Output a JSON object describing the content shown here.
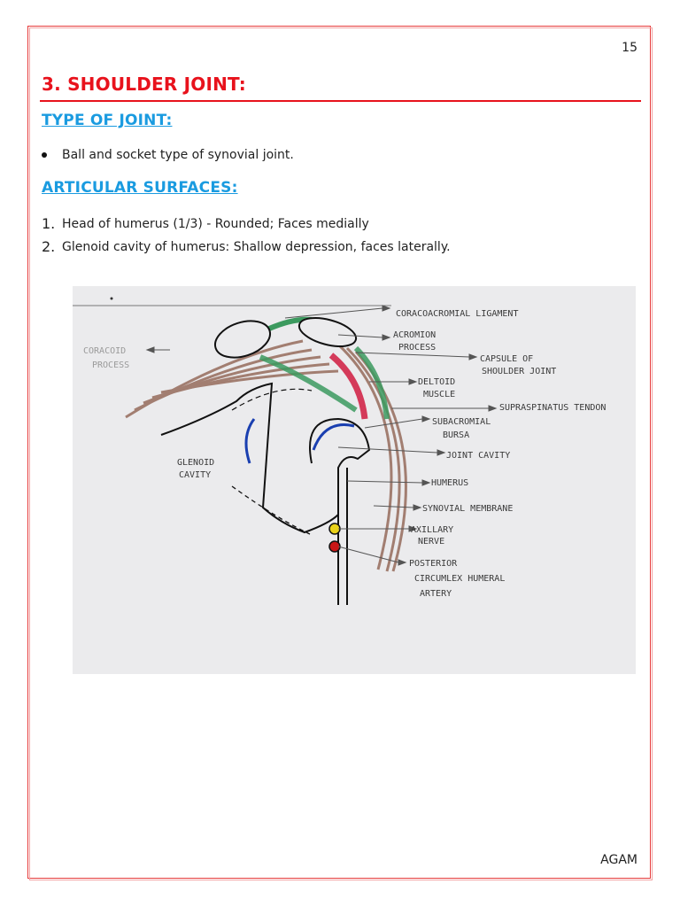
{
  "page": {
    "number": "15",
    "footer": "AGAM"
  },
  "section": {
    "title": "3. SHOULDER JOINT:",
    "type_heading": "TYPE OF JOINT:",
    "type_items": [
      "Ball and socket type of synovial joint."
    ],
    "articular_heading": "ARTICULAR SURFACES:",
    "articular_items": [
      {
        "num": "1.",
        "text": "Head of humerus (1/3) - Rounded; Faces medially"
      },
      {
        "num": "2.",
        "text": "Glenoid cavity of humerus: Shallow depression, faces laterally."
      }
    ]
  },
  "figure": {
    "labels": {
      "coracoacromial": "CORACOACROMIAL LIGAMENT",
      "acromion_1": "ACROMION",
      "acromion_2": "PROCESS",
      "capsule_1": "CAPSULE OF",
      "capsule_2": "SHOULDER JOINT",
      "coracoid_1": "CORACOID",
      "coracoid_2": "PROCESS",
      "deltoid_1": "DELTOID",
      "deltoid_2": "MUSCLE",
      "supraspinatus": "SUPRASPINATUS TENDON",
      "subacromial_1": "SUBACROMIAL",
      "subacromial_2": "BURSA",
      "joint_cavity": "JOINT CAVITY",
      "glenoid_1": "GLENOID",
      "glenoid_2": "CAVITY",
      "humerus": "HUMERUS",
      "synovial": "SYNOVIAL MEMBRANE",
      "axillary_1": "AXILLARY",
      "axillary_2": "NERVE",
      "posterior_1": "POSTERIOR",
      "posterior_2": "CIRCUMLEX HUMERAL",
      "posterior_3": "ARTERY"
    }
  },
  "colors": {
    "title_red": "#e8121c",
    "heading_blue": "#1a9be0",
    "frame_red": "#e63b3b"
  }
}
